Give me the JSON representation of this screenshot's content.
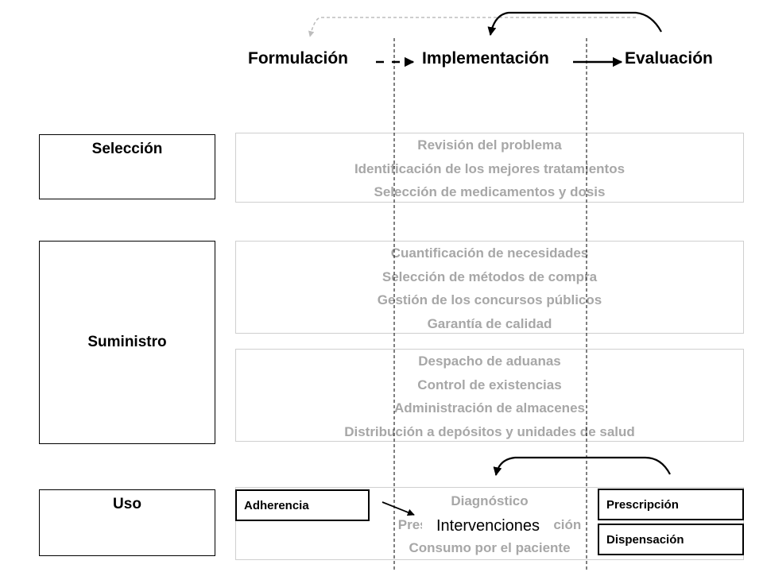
{
  "phases": {
    "formulation": "Formulación",
    "implementation": "Implementación",
    "evaluation": "Evaluación"
  },
  "categories": {
    "selection": "Selección",
    "supply": "Suministro",
    "use": "Uso"
  },
  "panels": {
    "selection_lines": [
      "Revisión del problema",
      "Identificación de los mejores tratamientos",
      "Selección de medicamentos y dosis"
    ],
    "procurement_lines": [
      "Cuantificación de necesidades",
      "Selección de métodos de compra",
      "Gestión de los concursos públicos",
      "Garantía de calidad"
    ],
    "distribution_lines": [
      "Despacho de aduanas",
      "Control de existencias",
      "Administración de almacenes",
      "Distribución a depósitos y unidades de salud"
    ],
    "use_lines": [
      "Diagnóstico",
      "Prescripción y dispensación",
      "Consumo por el paciente"
    ]
  },
  "use_labels": {
    "adherence": "Adherencia",
    "prescription": "Prescripción",
    "dispensing": "Dispensación",
    "interventions": "Intervenciones"
  },
  "colors": {
    "faded_text": "#a7a7a7",
    "panel_border": "#cfcfcf",
    "dashed_arrow": "#bdbdbd"
  }
}
